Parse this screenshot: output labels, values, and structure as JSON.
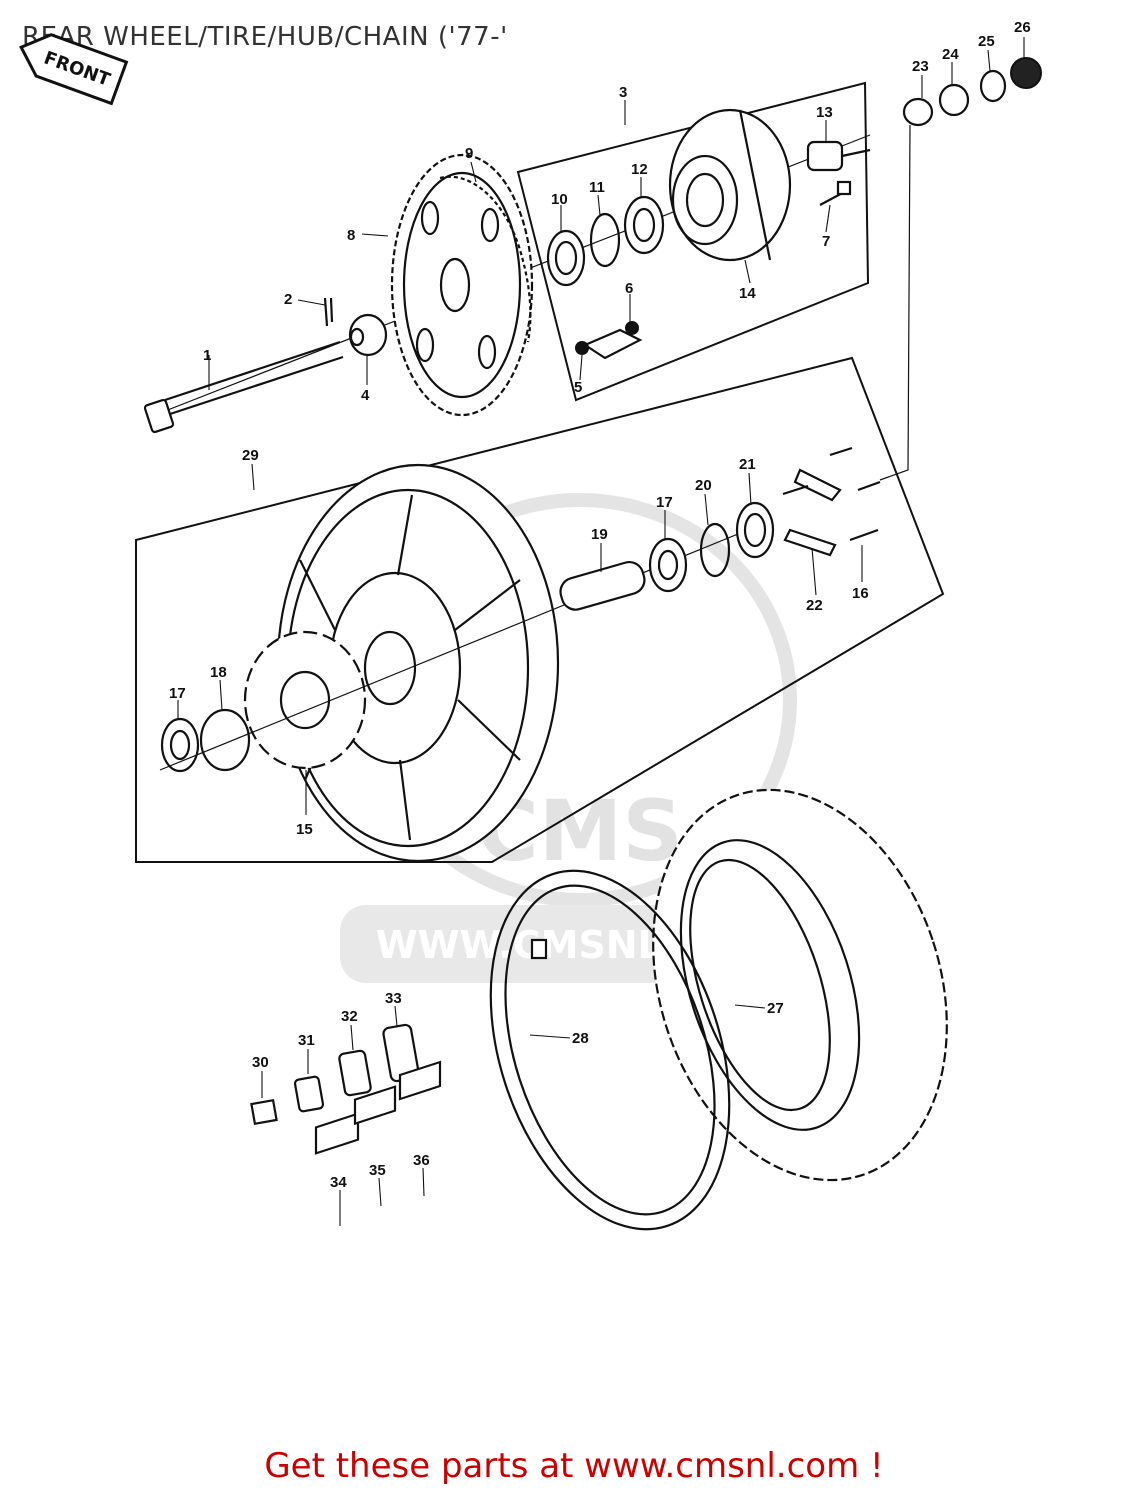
{
  "title": "REAR WHEEL/TIRE/HUB/CHAIN ('77-'",
  "front_arrow_label": "FRONT",
  "watermark": {
    "brand": "CMS",
    "url": "WWW.CMSNL.COM"
  },
  "footer": "Get these parts at www.cmsnl.com !",
  "colors": {
    "footer_text": "#cc0000",
    "line_art": "#111111",
    "watermark": "#d9d9d9"
  },
  "part_labels": [
    "1",
    "2",
    "3",
    "4",
    "5",
    "6",
    "7",
    "8",
    "9",
    "10",
    "11",
    "12",
    "13",
    "14",
    "15",
    "16",
    "17",
    "17",
    "18",
    "19",
    "20",
    "21",
    "22",
    "23",
    "24",
    "25",
    "26",
    "27",
    "28",
    "29",
    "30",
    "31",
    "32",
    "33",
    "34",
    "35",
    "36"
  ]
}
